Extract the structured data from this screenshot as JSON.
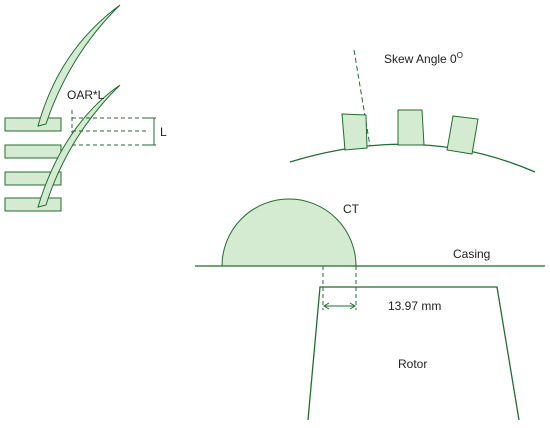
{
  "labels": {
    "oar": "OAR*L",
    "l": "L",
    "skew_prefix": "Skew Angle 0",
    "skew_sup": "O",
    "ct": "CT",
    "casing": "Casing",
    "gap": "13.97 mm",
    "rotor": "Rotor"
  },
  "colors": {
    "stroke": "#1f6e2f",
    "fill": "#d4ebd2",
    "text": "#222222"
  }
}
